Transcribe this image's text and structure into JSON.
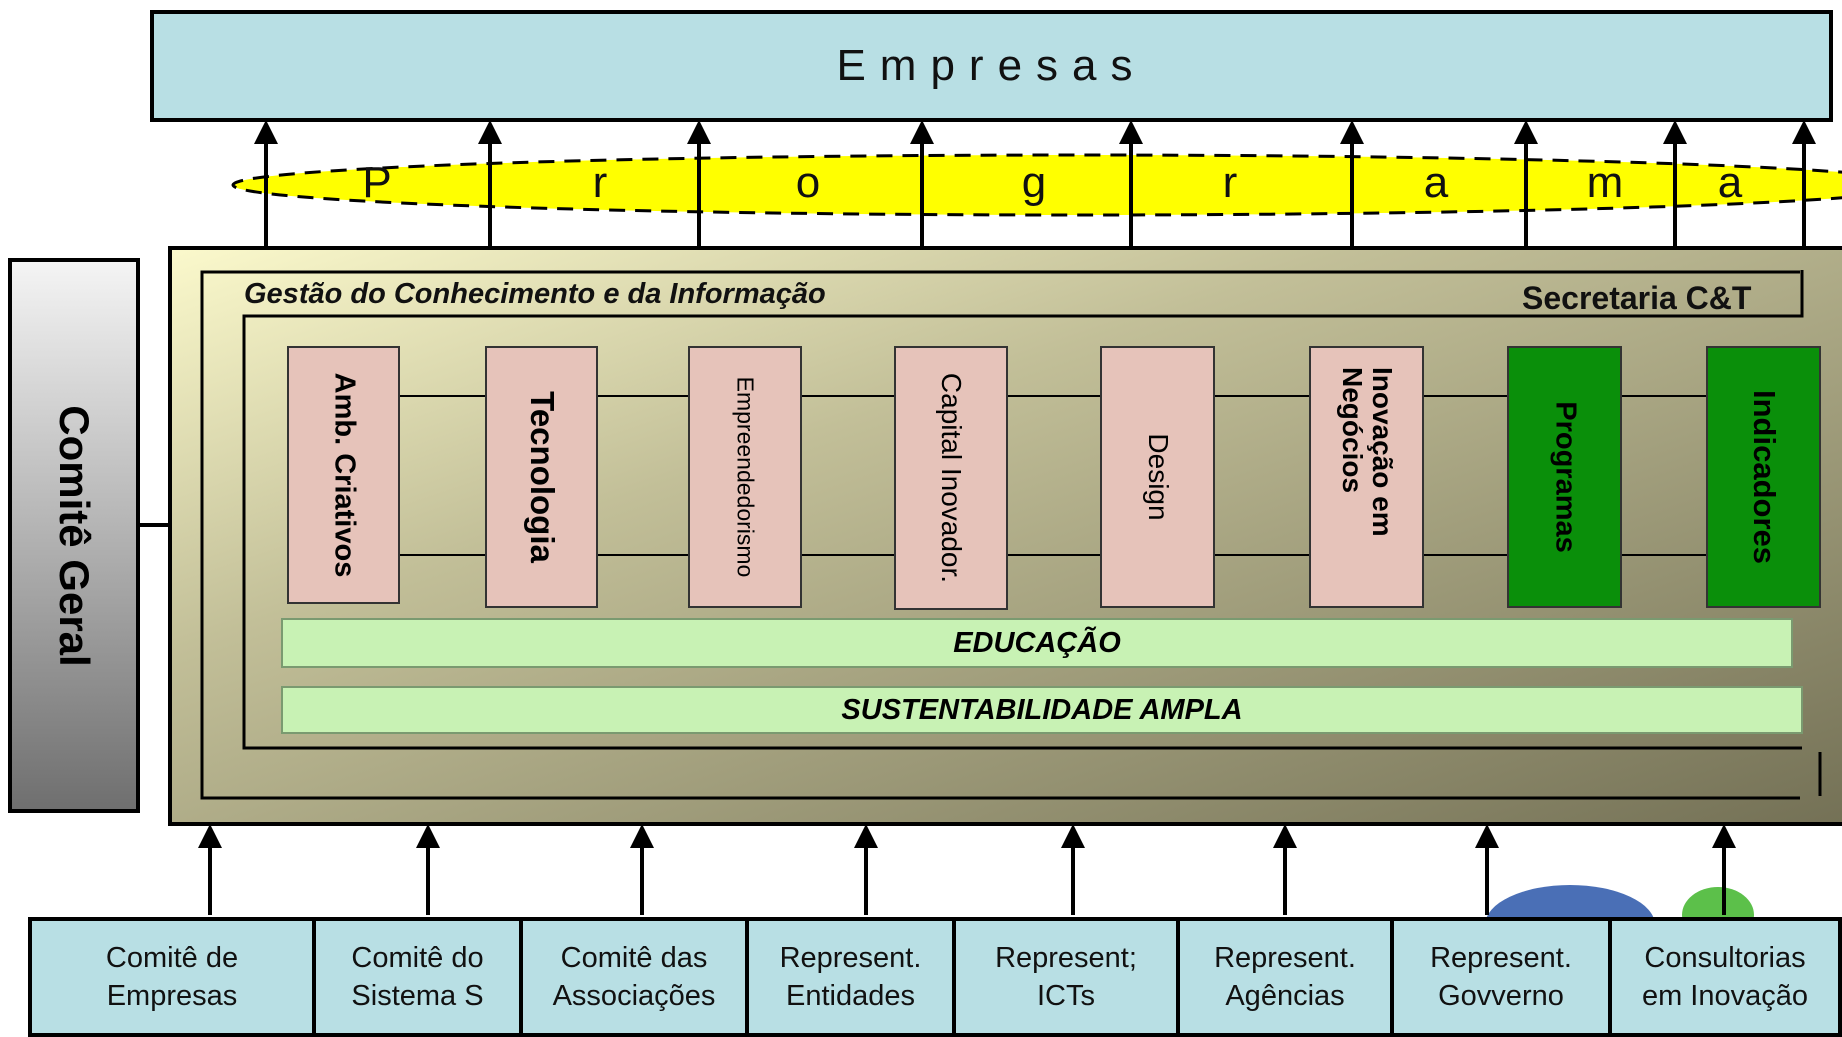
{
  "top": {
    "title": "Empresas"
  },
  "programa_letters": [
    "P",
    "r",
    "o",
    "g",
    "r",
    "a",
    "m",
    "a"
  ],
  "side": {
    "label": "Comitê Geral"
  },
  "main": {
    "title": "Gestão do Conhecimento e da Informação",
    "secretaria": "Secretaria C&T"
  },
  "pillars": [
    {
      "label": "Amb. Criativos",
      "bold": true,
      "color": "#e6c3ba"
    },
    {
      "label": "Tecnologia",
      "bold": true,
      "color": "#e6c3ba"
    },
    {
      "label": "Empreendedorismo",
      "bold": false,
      "color": "#e6c3ba"
    },
    {
      "label": "Capital Inovador.",
      "bold": false,
      "color": "#e6c3ba"
    },
    {
      "label": "Design",
      "bold": false,
      "color": "#e6c3ba"
    },
    {
      "label": "Inovação em Negócios",
      "bold": true,
      "color": "#e6c3ba"
    },
    {
      "label": "Programas",
      "bold": true,
      "color": "#0a8f0a"
    },
    {
      "label": "Indicadores",
      "bold": true,
      "color": "#0a8f0a"
    }
  ],
  "bars": {
    "educacao": "EDUCAÇÃO",
    "sustentabilidade": "SUSTENTABILIDADE AMPLA"
  },
  "bottom": [
    {
      "line1": "Comitê de",
      "line2": "Empresas"
    },
    {
      "line1": "Comitê do",
      "line2": "Sistema S"
    },
    {
      "line1": "Comitê das",
      "line2": "Associações"
    },
    {
      "line1": "Represent.",
      "line2": "Entidades"
    },
    {
      "line1": "Represent;",
      "line2": "ICTs"
    },
    {
      "line1": "Represent.",
      "line2": "Agências"
    },
    {
      "line1": "Represent.",
      "line2": "Govverno"
    },
    {
      "line1": "Consultorias",
      "line2": "em Inovação"
    }
  ]
}
